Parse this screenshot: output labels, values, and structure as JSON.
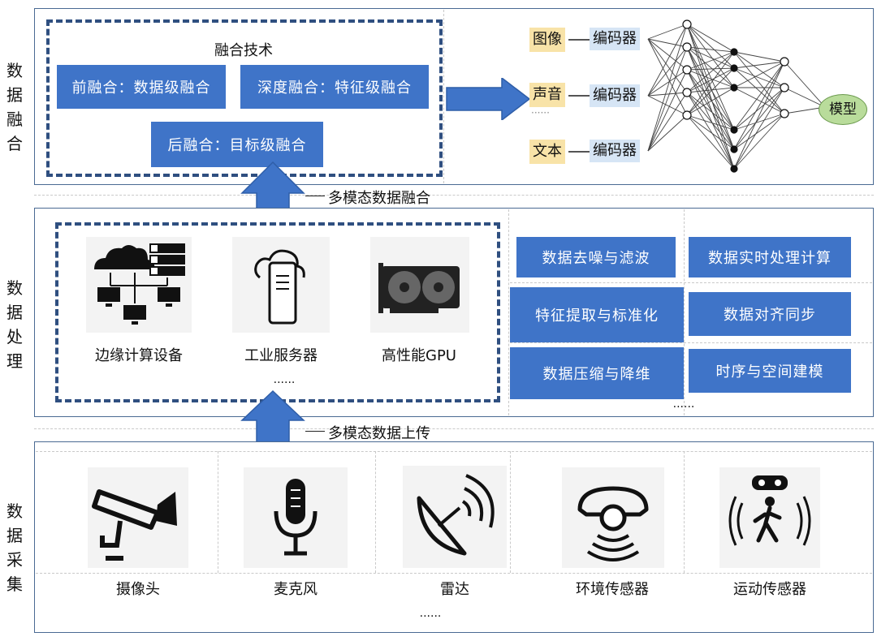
{
  "side_labels": {
    "fusion": "数据融合",
    "processing": "数据处理",
    "collection": "数据采集"
  },
  "fusion": {
    "title": "融合技术",
    "early": "前融合：数据级融合",
    "deep": "深度融合：特征级融合",
    "late": "后融合：目标级融合",
    "inputs": [
      "图像",
      "声音",
      "文本"
    ],
    "encoder": "编码器",
    "model": "模型",
    "ellipsis": "······"
  },
  "processing": {
    "devices": [
      "边缘计算设备",
      "工业服务器",
      "高性能GPU"
    ],
    "ellipsis": "······",
    "methods": [
      "数据去噪与滤波",
      "数据实时处理计算",
      "特征提取与标准化",
      "数据对齐同步",
      "数据压缩与降维",
      "时序与空间建模"
    ],
    "methods_ellipsis": "······"
  },
  "collection": {
    "sensors": [
      "摄像头",
      "麦克风",
      "雷达",
      "环境传感器",
      "运动传感器"
    ],
    "ellipsis": "······"
  },
  "arrows": {
    "fusion_label": "多模态数据融合",
    "upload_label": "多模态数据上传"
  },
  "colors": {
    "box_blue": "#3f74c8",
    "frame_blue": "#2f4f80",
    "arrow_blue": "#3f74c8"
  }
}
